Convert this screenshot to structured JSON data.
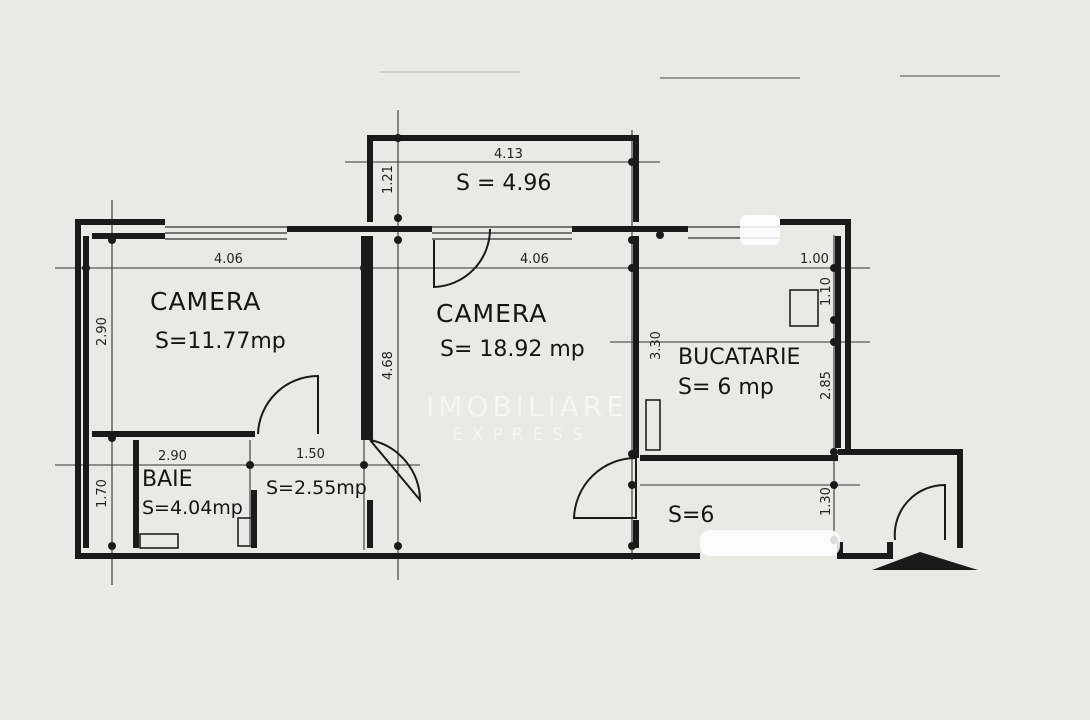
{
  "rooms": {
    "balcony": {
      "area": "S = 4.96"
    },
    "camera_left": {
      "title": "CAMERA",
      "area": "S=11.77mp"
    },
    "camera_center": {
      "title": "CAMERA",
      "area": "S= 18.92 mp"
    },
    "bucatarie": {
      "title": "BUCATARIE",
      "area": "S= 6 mp"
    },
    "baie": {
      "title": "BAIE",
      "area": "S=4.04mp"
    },
    "hallway": {
      "area": "S=2.55mp"
    },
    "entry": {
      "area": "S=6"
    }
  },
  "dimensions": {
    "balcony_width": "4.13",
    "balcony_depth": "1.21",
    "camera_left_width": "4.06",
    "camera_left_depth": "2.90",
    "camera_center_width": "4.06",
    "camera_center_depth": "4.68",
    "baie_width": "2.90",
    "baie_depth": "1.70",
    "hallway_width": "1.50",
    "bucatarie_depth": "3.30",
    "kitchen_small_width": "1.00",
    "kitchen_small_depth": "1.10",
    "kitchen_right_depth": "2.85",
    "entry_depth": "1.30"
  },
  "watermark": {
    "brand": "IMOBILIARE",
    "sub": "EXPRESS"
  },
  "colors": {
    "paper": "#e9e9e6",
    "ink": "#1a1a1a"
  }
}
